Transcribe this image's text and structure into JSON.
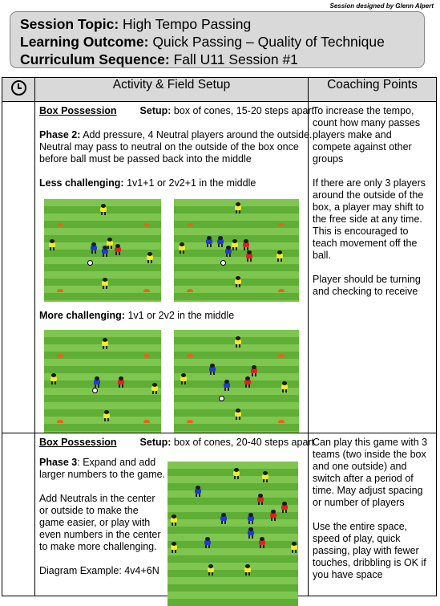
{
  "credit": "Session designed by Glenn Alpert",
  "header": {
    "topic_label": "Session Topic:",
    "topic_value": "High Tempo Passing",
    "outcome_label": "Learning Outcome:",
    "outcome_value": "Quick Passing – Quality of Technique",
    "sequence_label": "Curriculum Sequence:",
    "sequence_value": "Fall U11 Session #1"
  },
  "columns": {
    "activity": "Activity & Field Setup",
    "coaching": "Coaching Points"
  },
  "row1": {
    "title": "Box Possession",
    "setup_label": "Setup:",
    "setup_value": "box of cones, 15-20 steps apart",
    "phase_label": "Phase 2:",
    "desc_lines": [
      "Add pressure, 4 Neutral players around the outside.",
      "Neutral may pass to neutral on the outside of the box once",
      "before ball must be passed back into the middle"
    ],
    "less_label": "Less challenging:",
    "less_value": "1v1+1 or 2v2+1 in the middle",
    "more_label": "More challenging:",
    "more_value": "1v1 or 2v2 in the middle",
    "coaching_lines": [
      "To increase the tempo,",
      "count how many passes",
      "players make and",
      "compete against other",
      "groups",
      "",
      "If there are only 3 players",
      "around the outside of the",
      "box, a player may shift to",
      "the free side at any time.",
      "This is encouraged to",
      "teach movement off the",
      "ball.",
      "",
      "Player should be turning",
      "and checking to receive"
    ]
  },
  "row2": {
    "title": "Box Possession",
    "setup_label": "Setup:",
    "setup_value": "box of cones, 20-40 steps apart",
    "phase_label": "Phase 3",
    "text_lines": [
      ": Expand and add",
      "larger numbers to the game.",
      "",
      "Add Neutrals in the center",
      "or outside to make the",
      "game easier, or play with",
      "even numbers in the center",
      "to make more challenging.",
      "",
      "Diagram Example: 4v4+6N"
    ],
    "coaching_lines": [
      "Can play this game with 3",
      "teams (two inside the box",
      "and one outside) and",
      "switch after a period of",
      "time. May adjust spacing",
      "or number of players",
      "",
      "Use the entire space,",
      "speed of play, quick",
      "passing, play with fewer",
      "touches, dribbling is OK if",
      "you have space"
    ]
  },
  "colors": {
    "header_bg": "#d9d9d9",
    "field_green": "#6fbf44",
    "neutral": "#f2ea2a",
    "team_a": "#1f3bd0",
    "team_b": "#e0221c",
    "cone": "#e8641c"
  }
}
